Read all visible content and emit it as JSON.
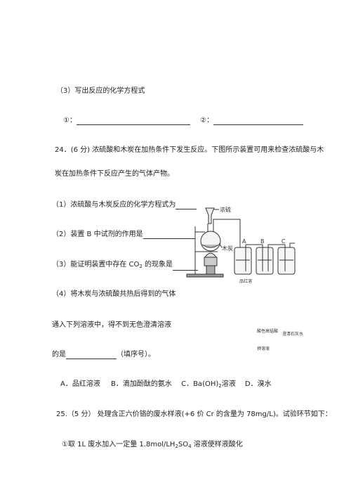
{
  "q23": {
    "part3": "（3）写出反应的化学方程式",
    "eq1_marker": "①：",
    "eq2_marker": "：",
    "circle2": "②"
  },
  "q24": {
    "heading": "24．(6 分) 浓硫酸和木炭在加热条件下发生反应。下图所示装置可用来检查浓硫酸与木",
    "heading2": "炭在加热条件下反应产生的气体产物。",
    "p1": "（1）浓硫酸与木炭反应的化学方程式为",
    "p2": "（2）装置 B 中试剂的作用是",
    "p3a": "（3）能证明装置中存在 CO",
    "p3sub": "2",
    "p3b": " 的现象是",
    "p4": "（4）将木炭与浓硫酸共热后得到的气体",
    "p5": "通入下列溶液中，得不到无色澄清溶液",
    "p6a": "的是",
    "p6b": "（填序号）。",
    "options": {
      "a": "A．品红溶液",
      "b": "B．滴加酚酞的氨水",
      "c_pre": "C．Ba(OH)",
      "c_sub": "2",
      "c_post": "溶液",
      "d": "D．溴水"
    }
  },
  "figure": {
    "label_acid": "浓硫",
    "label_carbon": "木炭",
    "label_A": "A",
    "label_B": "B",
    "label_C": "C",
    "label_pinhong": "品红溶",
    "label_kmno4": "酸性高锰酸",
    "label_limewater": "澄清石灰水",
    "label_kmno4_2": "钾溶液"
  },
  "q25": {
    "heading": "25.（5 分） 处理含正六价铬的废水样液(+6 价 Cr 的含量为 78mg/L)。试验环节如下：",
    "step1a": "①取 1L 废水加入一定量 1.8mol/LH",
    "step1sub1": "2",
    "step1b": "SO",
    "step1sub2": "4",
    "step1c": " 溶液使样液酸化"
  }
}
